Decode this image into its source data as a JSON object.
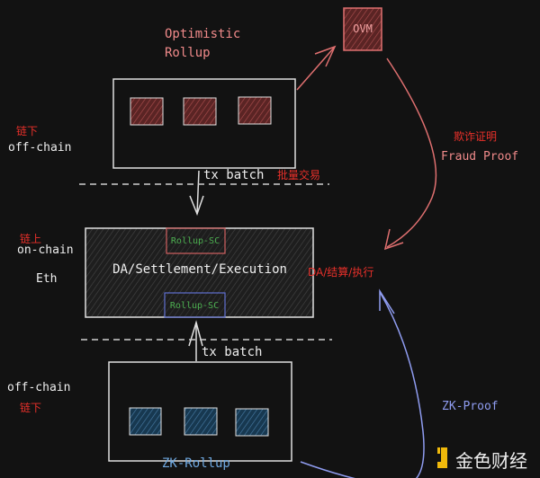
{
  "colors": {
    "background": "#121212",
    "optimistic": "#f08a8a",
    "red_label": "#e8302a",
    "zk_proof": "#8f9cf0",
    "zk_rollup": "#6fa8e0",
    "green": "#4caf50",
    "logo": "#f0b90b"
  },
  "optimistic": {
    "title_line1": "Optimistic",
    "title_line2": "Rollup",
    "ovm_label": "OVM"
  },
  "fraud_proof": {
    "cn": "欺诈证明",
    "en": "Fraud Proof"
  },
  "layers": {
    "top_offchain_cn": "链下",
    "top_offchain_en": "off-chain",
    "onchain_cn": "链上",
    "onchain_en": "on-chain",
    "eth": "Eth",
    "bottom_offchain_en": "off-chain",
    "bottom_offchain_cn": "链下"
  },
  "top_batch": {
    "en": "tx batch",
    "cn": "批量交易"
  },
  "ethereum": {
    "main_label": "DA/Settlement/Execution",
    "rollup_sc_top": "Rollup-SC",
    "rollup_sc_bottom": "Rollup-SC",
    "cn_label": "DA/结算/执行"
  },
  "bottom_batch": {
    "en": "tx batch"
  },
  "zk": {
    "proof_label": "ZK-Proof",
    "rollup_label": "ZK-Rollup"
  },
  "watermark": {
    "text": "金色财经"
  }
}
